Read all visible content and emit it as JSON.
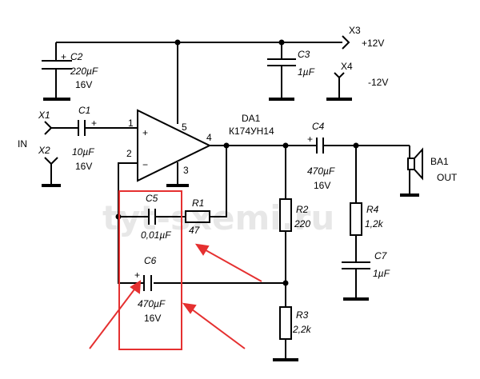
{
  "watermark": "tyt-sxemi.ru",
  "labels": {
    "x3": "X3",
    "plus12": "+12V",
    "x4": "X4",
    "minus12": "-12V",
    "c2": "C2",
    "c2_val": "220µF",
    "c2_v": "16V",
    "c3": "C3",
    "c3_val": "1µF",
    "x1": "X1",
    "in": "IN",
    "x2": "X2",
    "c1": "C1",
    "c1_val": "10µF",
    "c1_v": "16V",
    "pin1": "1",
    "pin2": "2",
    "pin3": "3",
    "pin4": "4",
    "pin5": "5",
    "da1": "DA1",
    "da1_part": "К174УН14",
    "c4": "C4",
    "c4_val": "470µF",
    "c4_v": "16V",
    "ba1": "BA1",
    "out": "OUT",
    "c5": "C5",
    "c5_val": "0,01µF",
    "r1": "R1",
    "r1_val": "47",
    "r2": "R2",
    "r2_val": "220",
    "r4": "R4",
    "r4_val": "1,2k",
    "c7": "C7",
    "c7_val": "1µF",
    "c6": "C6",
    "c6_val": "470µF",
    "c6_v": "16V",
    "r3": "R3",
    "r3_val": "2,2k",
    "plus": "+",
    "minus": "−"
  },
  "colors": {
    "highlight": "#e53030",
    "wire": "#000000"
  }
}
